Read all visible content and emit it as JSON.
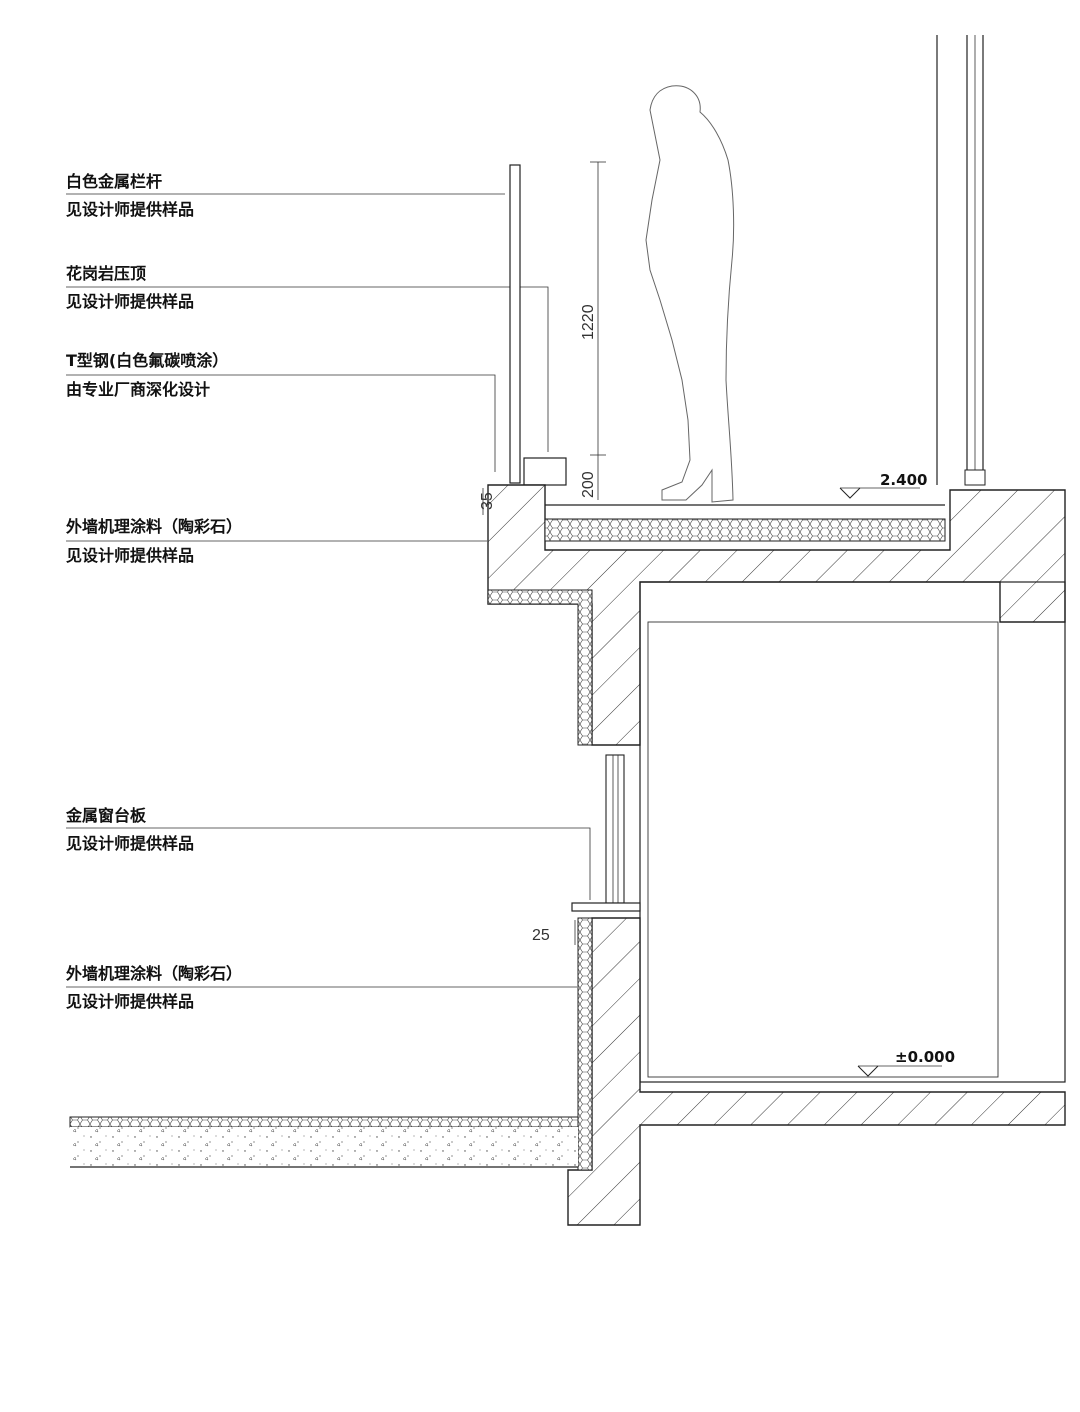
{
  "annotations": [
    {
      "line1": "白色金属栏杆",
      "line2": "见设计师提供样品"
    },
    {
      "line1": "花岗岩压顶",
      "line2": "见设计师提供样品"
    },
    {
      "line1": "T型钢(白色氟碳喷涂）",
      "line2": "由专业厂商深化设计"
    },
    {
      "line1": "外墙机理涂料（陶彩石）",
      "line2": "见设计师提供样品"
    },
    {
      "line1": "金属窗台板",
      "line2": "见设计师提供样品"
    },
    {
      "line1": "外墙机理涂料（陶彩石）",
      "line2": "见设计师提供样品"
    }
  ],
  "dimensions": {
    "railing_height": "1220",
    "curb_height": "200",
    "coping_thickness": "35",
    "sill_thickness": "25"
  },
  "levels": {
    "upper": "2.400",
    "ground": "±0.000"
  }
}
